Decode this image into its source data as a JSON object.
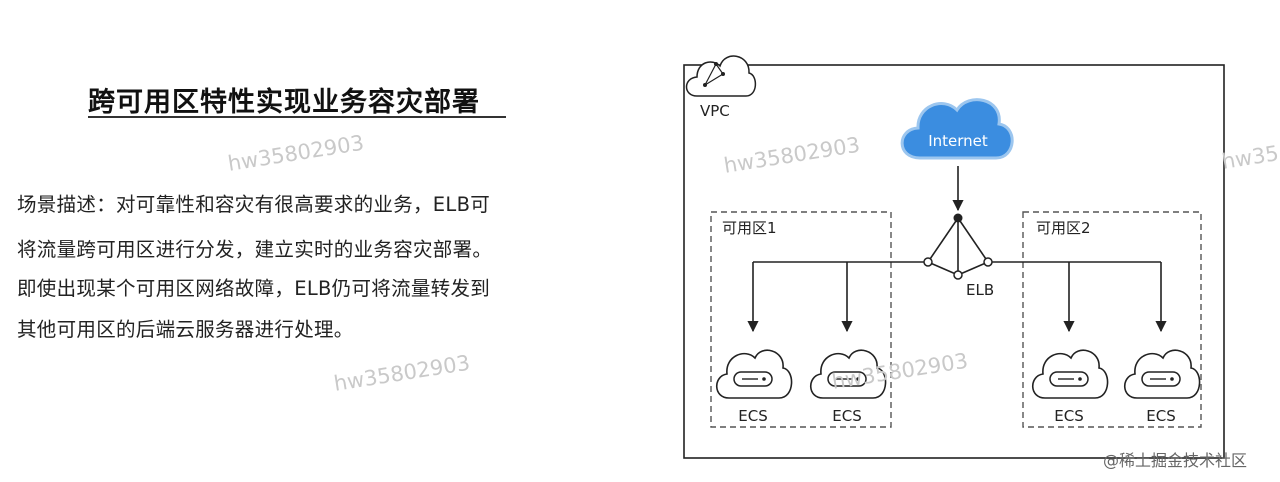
{
  "title": "跨可用区特性实现业务容灾部署",
  "description_lines": [
    "场景描述：对可靠性和容灾有很高要求的业务，ELB可",
    "将流量跨可用区进行分发，建立实时的业务容灾部署。",
    "即使出现某个可用区网络故障，ELB仍可将流量转发到",
    "其他可用区的后端云服务器进行处理。"
  ],
  "diagram": {
    "vpc_label": "VPC",
    "internet_label": "Internet",
    "elb_label": "ELB",
    "zones": [
      {
        "label": "可用区1",
        "servers": [
          "ECS",
          "ECS"
        ]
      },
      {
        "label": "可用区2",
        "servers": [
          "ECS",
          "ECS"
        ]
      }
    ],
    "colors": {
      "internet_cloud": "#3b8de0",
      "lines": "#222222",
      "zone_border": "#555555"
    }
  },
  "watermarks": [
    "hw35802903",
    "hw35802903",
    "hw35802903",
    "hw35802903",
    "hw35"
  ],
  "footer": "@稀土掘金技术社区"
}
